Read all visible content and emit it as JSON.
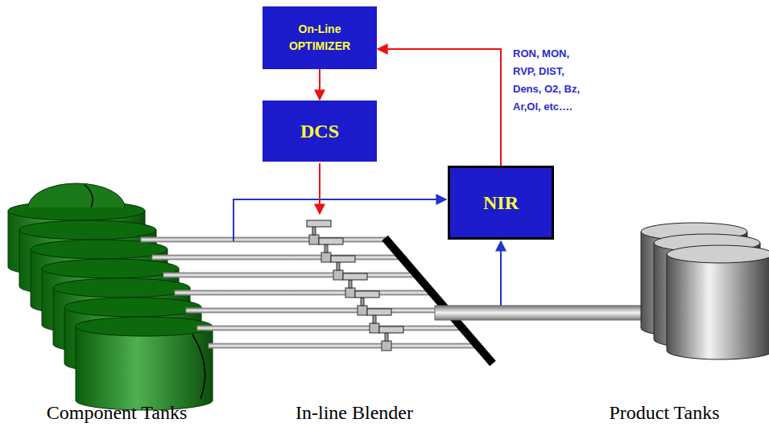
{
  "diagram": {
    "nodes": [
      {
        "text": [
          "On-Line OPTIMIZER"
        ]
      },
      {
        "text": [
          "DCS"
        ]
      },
      {
        "text": [
          "NIR"
        ]
      }
    ],
    "edges": [
      {
        "from": 0,
        "to": 1,
        "arrow": "to"
      },
      {
        "from": 2,
        "to": 0,
        "arrow": "to"
      }
    ],
    "labels": [
      "RON, MON, RVP, DIST, Dens, O2, Bz, Ar,Ol, etc….",
      "Component Tanks",
      "In-line Blender",
      "Product Tanks"
    ]
  }
}
